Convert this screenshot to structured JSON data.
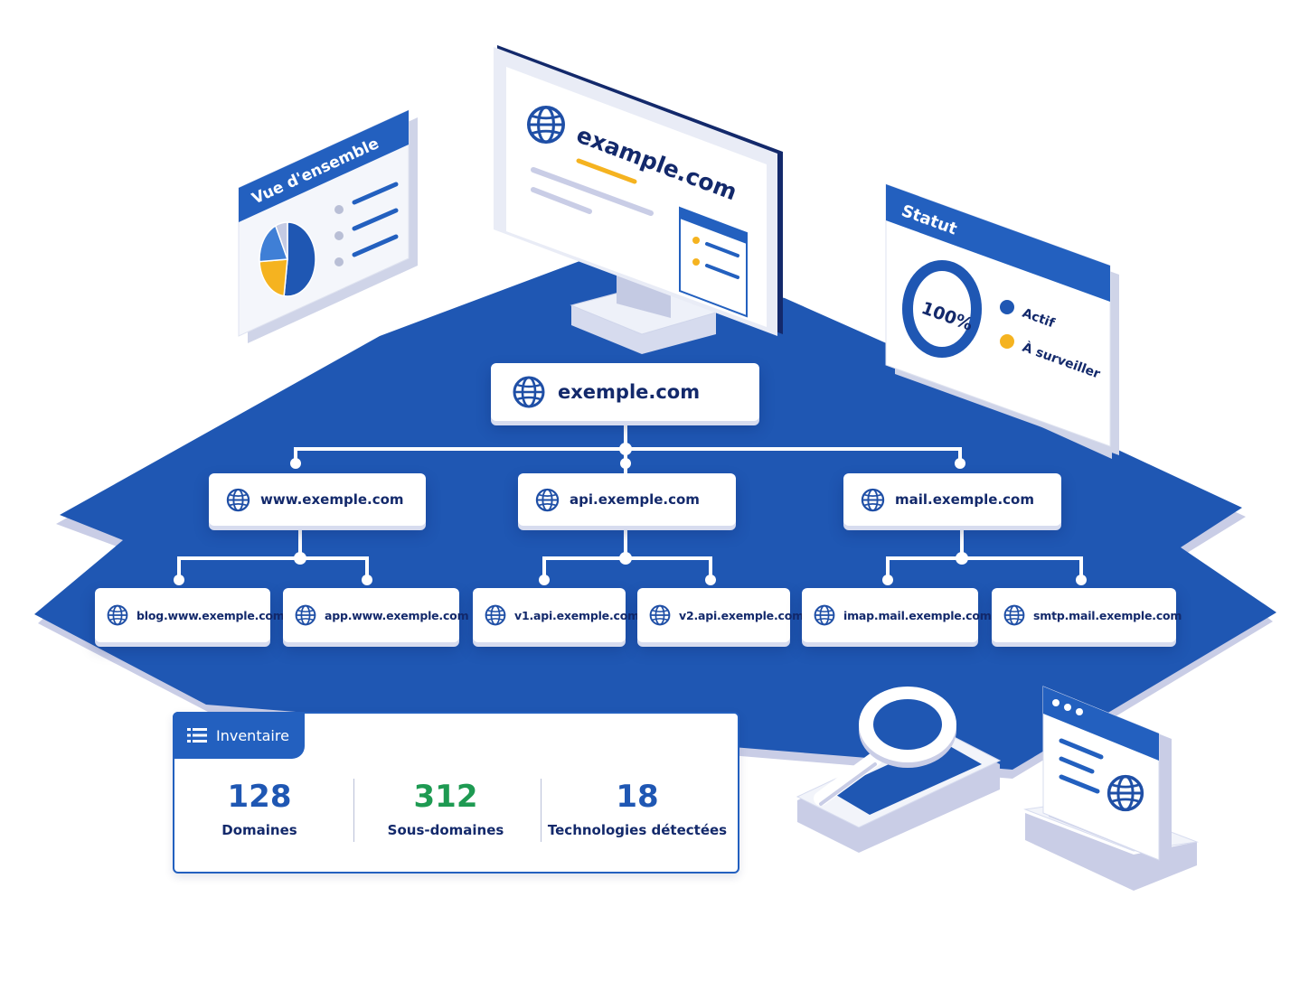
{
  "colors": {
    "primary": "#1f57b3",
    "navy": "#13296b",
    "accent_yellow": "#f5b320",
    "accent_green": "#1e9a52",
    "panel_grey": "#d9ddee"
  },
  "monitor": {
    "domain": "example.com",
    "icon": "globe-icon"
  },
  "overview_card": {
    "title": "Vue d'ensemble",
    "pie_slices": [
      0.52,
      0.22,
      0.19,
      0.07
    ]
  },
  "status_card": {
    "title": "Statut",
    "percent_label": "100%",
    "ring_fraction": 1.0,
    "legend": [
      {
        "label": "Actif",
        "color": "#1f57b3"
      },
      {
        "label": "À surveiller",
        "color": "#f5b320"
      }
    ]
  },
  "tree": {
    "root": "exemple.com",
    "children": [
      {
        "label": "www.exemple.com",
        "children": [
          "blog.www.exemple.com",
          "app.www.exemple.com"
        ]
      },
      {
        "label": "api.exemple.com",
        "children": [
          "v1.api.exemple.com",
          "v2.api.exemple.com"
        ]
      },
      {
        "label": "mail.exemple.com",
        "children": [
          "imap.mail.exemple.com",
          "smtp.mail.exemple.com"
        ]
      }
    ]
  },
  "inventory": {
    "title": "Inventaire",
    "stats": [
      {
        "value": "128",
        "label": "Domaines",
        "color": "#1f57b3"
      },
      {
        "value": "312",
        "label": "Sous-domaines",
        "color": "#1e9a52"
      },
      {
        "value": "18",
        "label": "Technologies détectées",
        "color": "#1f57b3"
      }
    ]
  },
  "decor_icons": [
    "magnifier-icon",
    "browser-window-icon"
  ]
}
